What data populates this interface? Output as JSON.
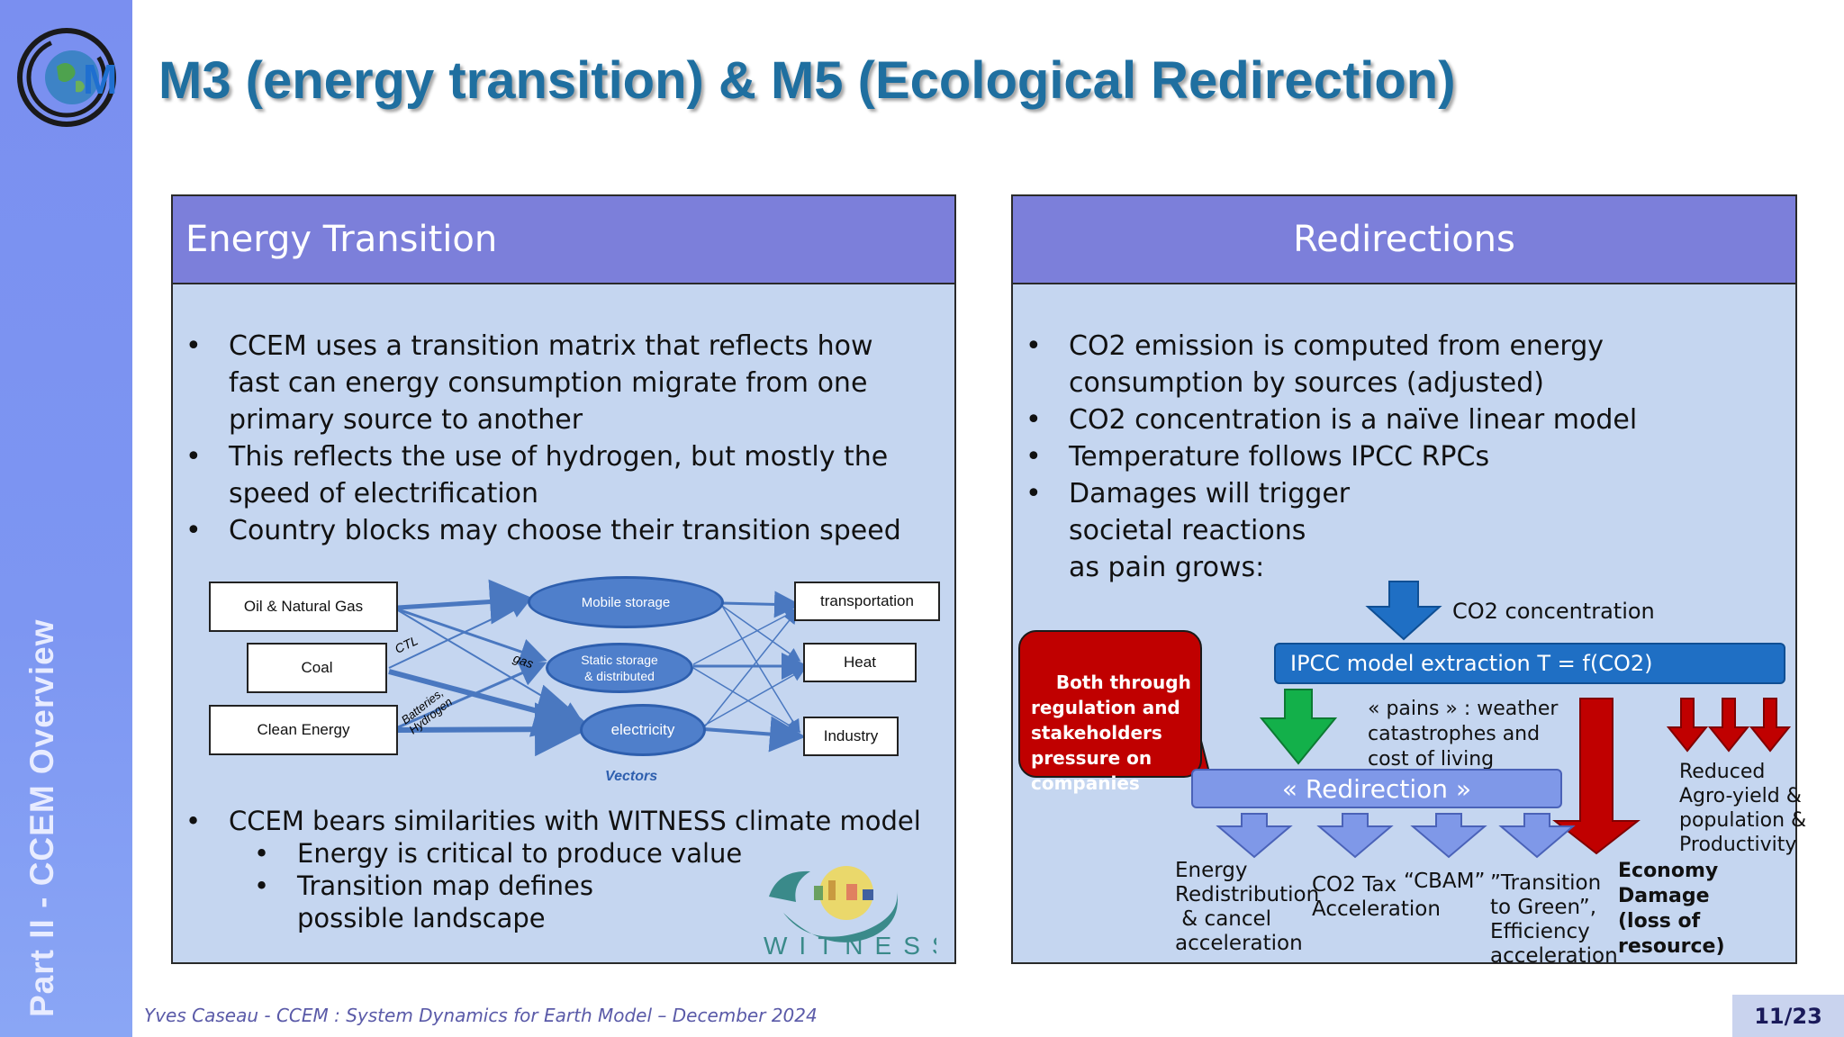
{
  "sidebar": {
    "vertical_title": "Part II  - CCEM Overview"
  },
  "title": "M3 (energy transition) & M5 (Ecological Redirection)",
  "left_panel": {
    "heading": "Energy Transition",
    "bullets": [
      "CCEM uses a transition matrix that reflects how\nfast can energy consumption migrate from one\nprimary source to another",
      "This reflects the use of hydrogen, but mostly the\nspeed of electrification",
      "Country blocks may choose their transition speed"
    ],
    "diagram": {
      "sources": [
        "Oil & Natural Gas",
        "Coal",
        "Clean Energy"
      ],
      "vectors": [
        "Mobile storage",
        "Static storage\n& distributed",
        "electricity"
      ],
      "uses": [
        "transportation",
        "Heat",
        "Industry"
      ],
      "edge_labels": [
        "CTL",
        "gas",
        "Batteries,\nHydrogen"
      ],
      "caption": "Vectors"
    },
    "bullet2": "CCEM bears similarities with WITNESS climate model",
    "sub_bullets": [
      "Energy is critical to produce value",
      "Transition map defines\npossible landscape"
    ],
    "witness_logo_text": "WITNESS"
  },
  "right_panel": {
    "heading": "Redirections",
    "bullets": [
      "CO2 emission is computed from energy\nconsumption by sources (adjusted)",
      "CO2 concentration is a naïve linear model",
      "Temperature follows IPCC RPCs",
      "Damages will trigger\nsocietal reactions\nas pain grows:"
    ],
    "co2_label": "CO2 concentration",
    "ipcc_box": "IPCC model extraction T = f(CO2)",
    "pains_text": "« pains » : weather\ncatastrophes and\ncost of living",
    "callout": "Both through\nregulation and\nstakeholders\npressure on\ncompanies",
    "redirection": "« Redirection »",
    "outcomes": [
      "Energy\nRedistribution\n & cancel\nacceleration",
      "CO2 Tax\nAcceleration",
      "“CBAM”",
      "”Transition\nto Green”,\nEfficiency\nacceleration"
    ],
    "economy_damage": "Economy\nDamage\n(loss of\nresource)",
    "reduced": "Reduced\nAgro-yield &\npopulation &\nProductivity",
    "colors": {
      "blue_arrow": "#1f6fc4",
      "green_arrow": "#13b04a",
      "red_arrow": "#c00000",
      "light_arrow": "#7f98e8"
    }
  },
  "footer": "Yves Caseau  - CCEM : System Dynamics for Earth Model – December 2024",
  "page_number": "11/23"
}
